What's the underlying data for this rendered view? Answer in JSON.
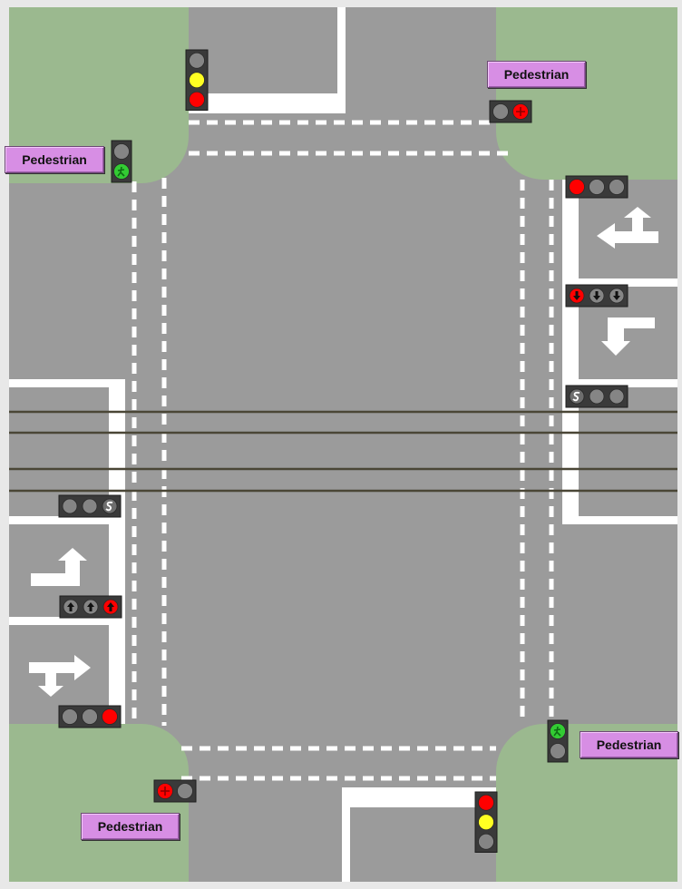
{
  "pedestrian_buttons": [
    {
      "id": "top-right",
      "label": "Pedestrian"
    },
    {
      "id": "left",
      "label": "Pedestrian"
    },
    {
      "id": "bottom-right",
      "label": "Pedestrian"
    },
    {
      "id": "bottom-left",
      "label": "Pedestrian"
    }
  ],
  "signals": {
    "north_vehicle": [
      "off",
      "yellow",
      "red"
    ],
    "south_vehicle": [
      "red",
      "yellow",
      "off"
    ],
    "east_vehicle": [
      "red",
      "off",
      "off"
    ],
    "west_vehicle": [
      "off",
      "off",
      "red"
    ],
    "ped_north_west": [
      "off",
      "green-walk"
    ],
    "ped_north_east": [
      "off",
      "red-stop"
    ],
    "ped_south_east": [
      "green-walk",
      "off"
    ],
    "ped_south_west": [
      "red-stop",
      "off"
    ],
    "east_left_lane_arrows": [
      "red",
      "off",
      "off"
    ],
    "west_right_lane_arrows": [
      "off",
      "off",
      "red"
    ],
    "east_tram_signal": [
      "tram-s",
      "off",
      "off"
    ],
    "west_tram_signal": [
      "off",
      "off",
      "tram-s"
    ]
  },
  "colors": {
    "grass": "#9bb98f",
    "road": "#9b9b9b",
    "marking": "#ffffff",
    "light_red": "#ff0000",
    "light_yellow": "#ffff22",
    "light_green": "#33cc33",
    "light_off": "#858585",
    "signal_housing": "#3a3a3a",
    "rail": "#4a4636",
    "button": "#d78ee4"
  }
}
